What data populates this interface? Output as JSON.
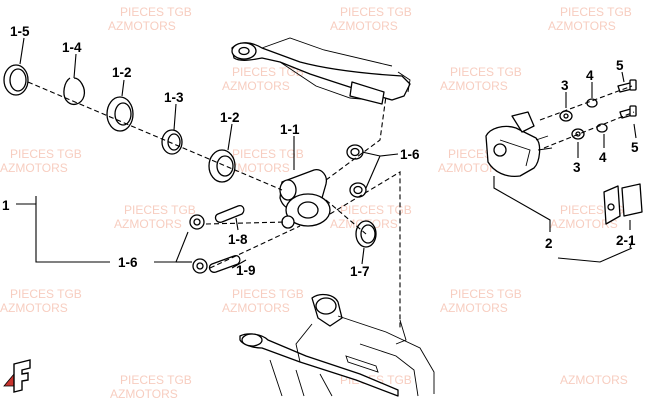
{
  "callouts": {
    "c_1_5": "1-5",
    "c_1_4": "1-4",
    "c_1_2a": "1-2",
    "c_1_3": "1-3",
    "c_1_2b": "1-2",
    "c_1_1": "1-1",
    "c_1_6a": "1-6",
    "c_1": "1",
    "c_1_8": "1-8",
    "c_1_6b": "1-6",
    "c_1_9": "1-9",
    "c_1_7": "1-7",
    "c_3a": "3",
    "c_4a": "4",
    "c_5a": "5",
    "c_3b": "3",
    "c_4b": "4",
    "c_5b": "5",
    "c_2": "2",
    "c_2_1": "2-1"
  },
  "watermarks": [
    "PIECES TGB",
    "AZMOTORS",
    "PIECES TGB",
    "AZMOTORS",
    "PIECES TGB",
    "AZMOTORS",
    "PIECES TGB",
    "AZMOTORS",
    "PIECES TGB",
    "AZMOTORS",
    "PIECES TGB",
    "AZMOTORS",
    "PIECES TGB",
    "AZMOTORS",
    "PIECES TGB",
    "AZMOTORS",
    "PIECES TGB",
    "AZMOTORS",
    "PIECES TGB",
    "AZMOTORS",
    "PIECES TGB",
    "AZMOTORS",
    "PIECES TGB",
    "AZMOTORS",
    "PIECES TGB",
    "AZMOTORS",
    "PIECES TGB",
    "AZMOTORS",
    "PIECES TGB",
    "AZMOTORS",
    "PIECES TGB",
    "AZMOTORS"
  ],
  "logo": {
    "name": "azmotors-logo",
    "letter": "F"
  }
}
